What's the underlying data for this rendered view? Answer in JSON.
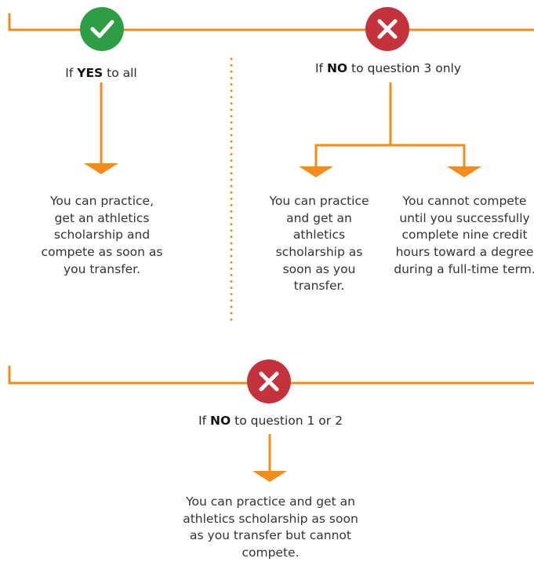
{
  "colors": {
    "line": "#F28C1B",
    "dots": "#F28C1B",
    "yes": "#2E9E44",
    "no": "#C4323B",
    "icon": "#ffffff",
    "text": "#333333"
  },
  "icons": {
    "yes": "checkmark-icon",
    "no": "x-mark-icon"
  },
  "top_left": {
    "label_prefix": "If ",
    "label_keyword": "YES",
    "label_suffix": " to all",
    "outcome": "You can practice, get an athletics scholarship and compete as soon as you transfer."
  },
  "top_right": {
    "label_prefix": "If ",
    "label_keyword": "NO",
    "label_suffix": " to question 3 only",
    "outcome_left": "You can practice and get an athletics scholarship as soon as you transfer.",
    "outcome_right": "You cannot compete until you successfully complete nine credit hours toward a degree during a full-time term."
  },
  "bottom": {
    "label_prefix": "If ",
    "label_keyword": "NO",
    "label_suffix": " to question 1 or 2",
    "outcome": "You can practice and get an athletics scholarship as soon as you transfer but cannot compete."
  }
}
